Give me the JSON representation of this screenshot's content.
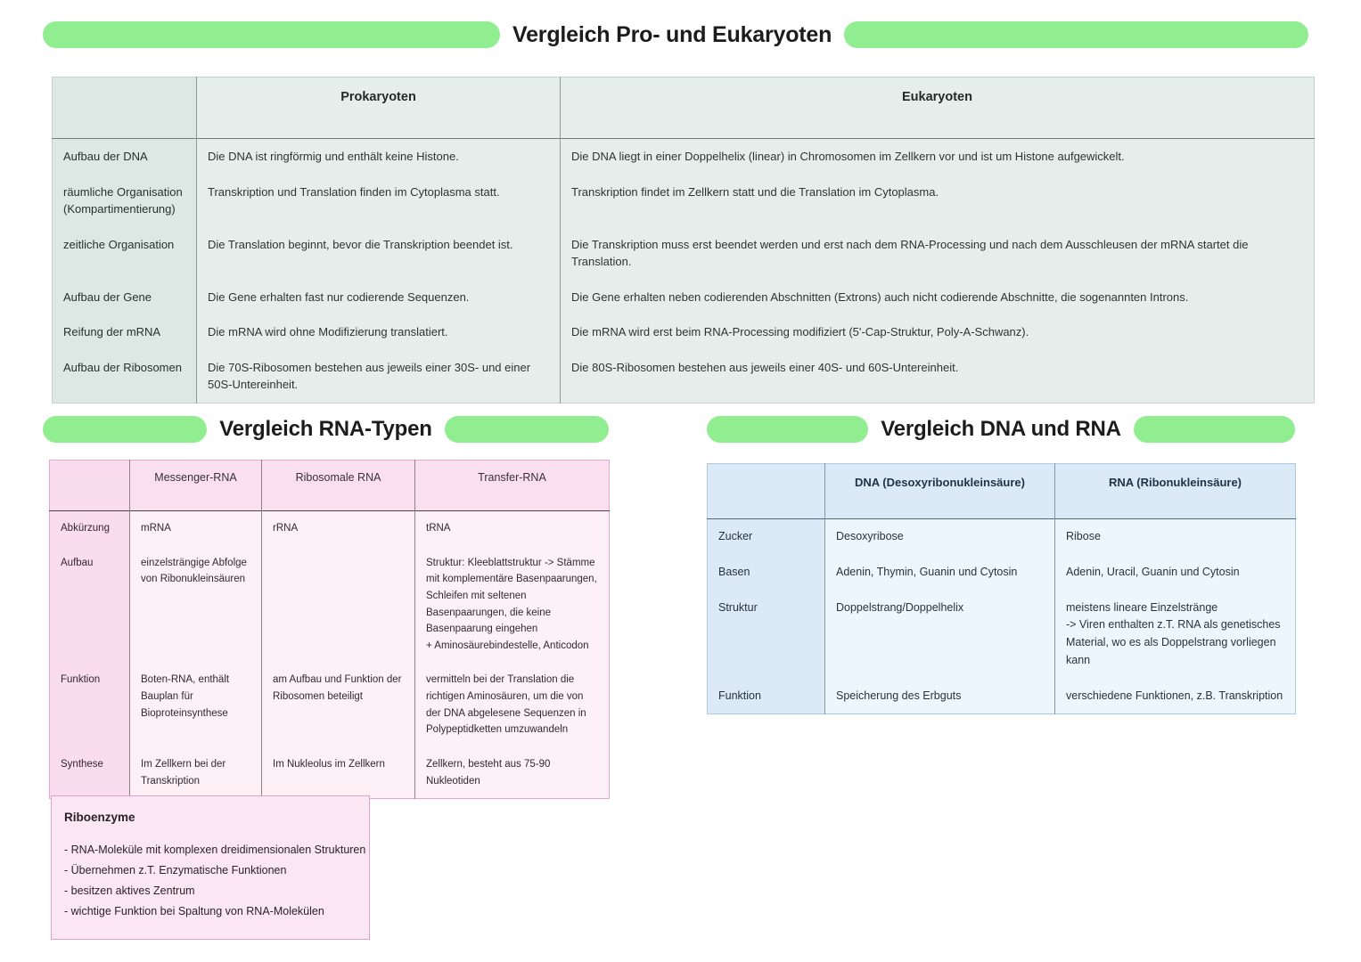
{
  "banners": {
    "main": "Vergleich Pro- und Eukaryoten",
    "rna_types": "Vergleich RNA-Typen",
    "dna_rna": "Vergleich DNA und RNA"
  },
  "table_prokaryoten_eukaryoten": {
    "headers": [
      "",
      "Prokaryoten",
      "Eukaryoten"
    ],
    "rows": [
      {
        "label": "Aufbau der DNA",
        "pro": "Die DNA ist ringförmig und enthält keine Histone.",
        "eu": "Die DNA liegt in einer Doppelhelix (linear) in Chromosomen im Zellkern vor und ist um Histone aufgewickelt."
      },
      {
        "label": "räumliche Organisation (Kompartimentierung)",
        "pro": "Transkription und Translation finden im Cytoplasma statt.",
        "eu": "Transkription findet im Zellkern statt und die Translation im Cytoplasma."
      },
      {
        "label": "zeitliche Organisation",
        "pro": "Die Translation beginnt, bevor die Transkription beendet ist.",
        "eu": "Die Transkription muss erst beendet werden und erst nach dem RNA-Processing und nach dem Ausschleusen der mRNA startet die Translation."
      },
      {
        "label": "Aufbau der Gene",
        "pro": "Die Gene erhalten fast nur codierende Sequenzen.",
        "eu": "Die Gene erhalten neben codierenden Abschnitten (Extrons) auch nicht codierende Abschnitte, die sogenannten Introns."
      },
      {
        "label": "Reifung der mRNA",
        "pro": "Die mRNA wird ohne Modifizierung translatiert.",
        "eu": "Die mRNA wird erst beim RNA-Processing modifiziert (5'-Cap-Struktur, Poly-A-Schwanz)."
      },
      {
        "label": "Aufbau der Ribosomen",
        "pro": "Die 70S-Ribosomen bestehen aus jeweils einer 30S- und einer 50S-Untereinheit.",
        "eu": "Die 80S-Ribosomen bestehen aus jeweils einer 40S- und 60S-Untereinheit."
      }
    ]
  },
  "table_rna_typen": {
    "headers": [
      "",
      "Messenger-RNA",
      "Ribosomale RNA",
      "Transfer-RNA"
    ],
    "rows": [
      {
        "label": "Abkürzung",
        "mrna": "mRNA",
        "rrna": "rRNA",
        "trna": "tRNA"
      },
      {
        "label": "Aufbau",
        "mrna": "einzelsträngige Abfolge von Ribonukleinsäuren",
        "rrna": "",
        "trna": "Struktur: Kleeblattstruktur -> Stämme mit komplementäre Basenpaarungen, Schleifen mit seltenen Basenpaarungen, die keine Basenpaarung eingehen\n+ Aminosäurebindestelle, Anticodon"
      },
      {
        "label": "Funktion",
        "mrna": "Boten-RNA, enthält Bauplan für Bioproteinsynthese",
        "rrna": "am Aufbau und Funktion der Ribosomen beteiligt",
        "trna": "vermitteln bei der Translation die richtigen Aminosäuren, um die von der DNA abgelesene Sequenzen in Polypeptidketten umzuwandeln"
      },
      {
        "label": "Synthese",
        "mrna": "Im Zellkern bei der Transkription",
        "rrna": "Im Nukleolus im Zellkern",
        "trna": "Zellkern, besteht aus 75-90 Nukleotiden"
      }
    ]
  },
  "table_dna_rna": {
    "headers": [
      "",
      "DNA (Desoxyribonukleinsäure)",
      "RNA (Ribonukleinsäure)"
    ],
    "rows": [
      {
        "label": "Zucker",
        "dna": "Desoxyribose",
        "rna": "Ribose"
      },
      {
        "label": "Basen",
        "dna": "Adenin, Thymin, Guanin und Cytosin",
        "rna": "Adenin, Uracil, Guanin und Cytosin"
      },
      {
        "label": "Struktur",
        "dna": "Doppelstrang/Doppelhelix",
        "rna": "meistens lineare Einzelstränge\n-> Viren enthalten z.T. RNA als genetisches Material, wo es als Doppelstrang vorliegen kann"
      },
      {
        "label": "Funktion",
        "dna": "Speicherung des Erbguts",
        "rna": "verschiedene Funktionen, z.B. Transkription"
      }
    ]
  },
  "riboenzyme": {
    "title": "Riboenzyme",
    "items": [
      "- RNA-Moleküle mit komplexen dreidimensionalen Strukturen",
      "- Übernehmen z.T. Enzymatische Funktionen",
      "- besitzen aktives Zentrum",
      "- wichtige Funktion bei Spaltung von RNA-Molekülen"
    ]
  },
  "colors": {
    "pill_green": "#90ee90",
    "table1_bg": "#e6eeeb",
    "table2_bg": "#fdf0f6",
    "table3_bg": "#eef6fd",
    "note_bg": "#fbe7f3"
  }
}
